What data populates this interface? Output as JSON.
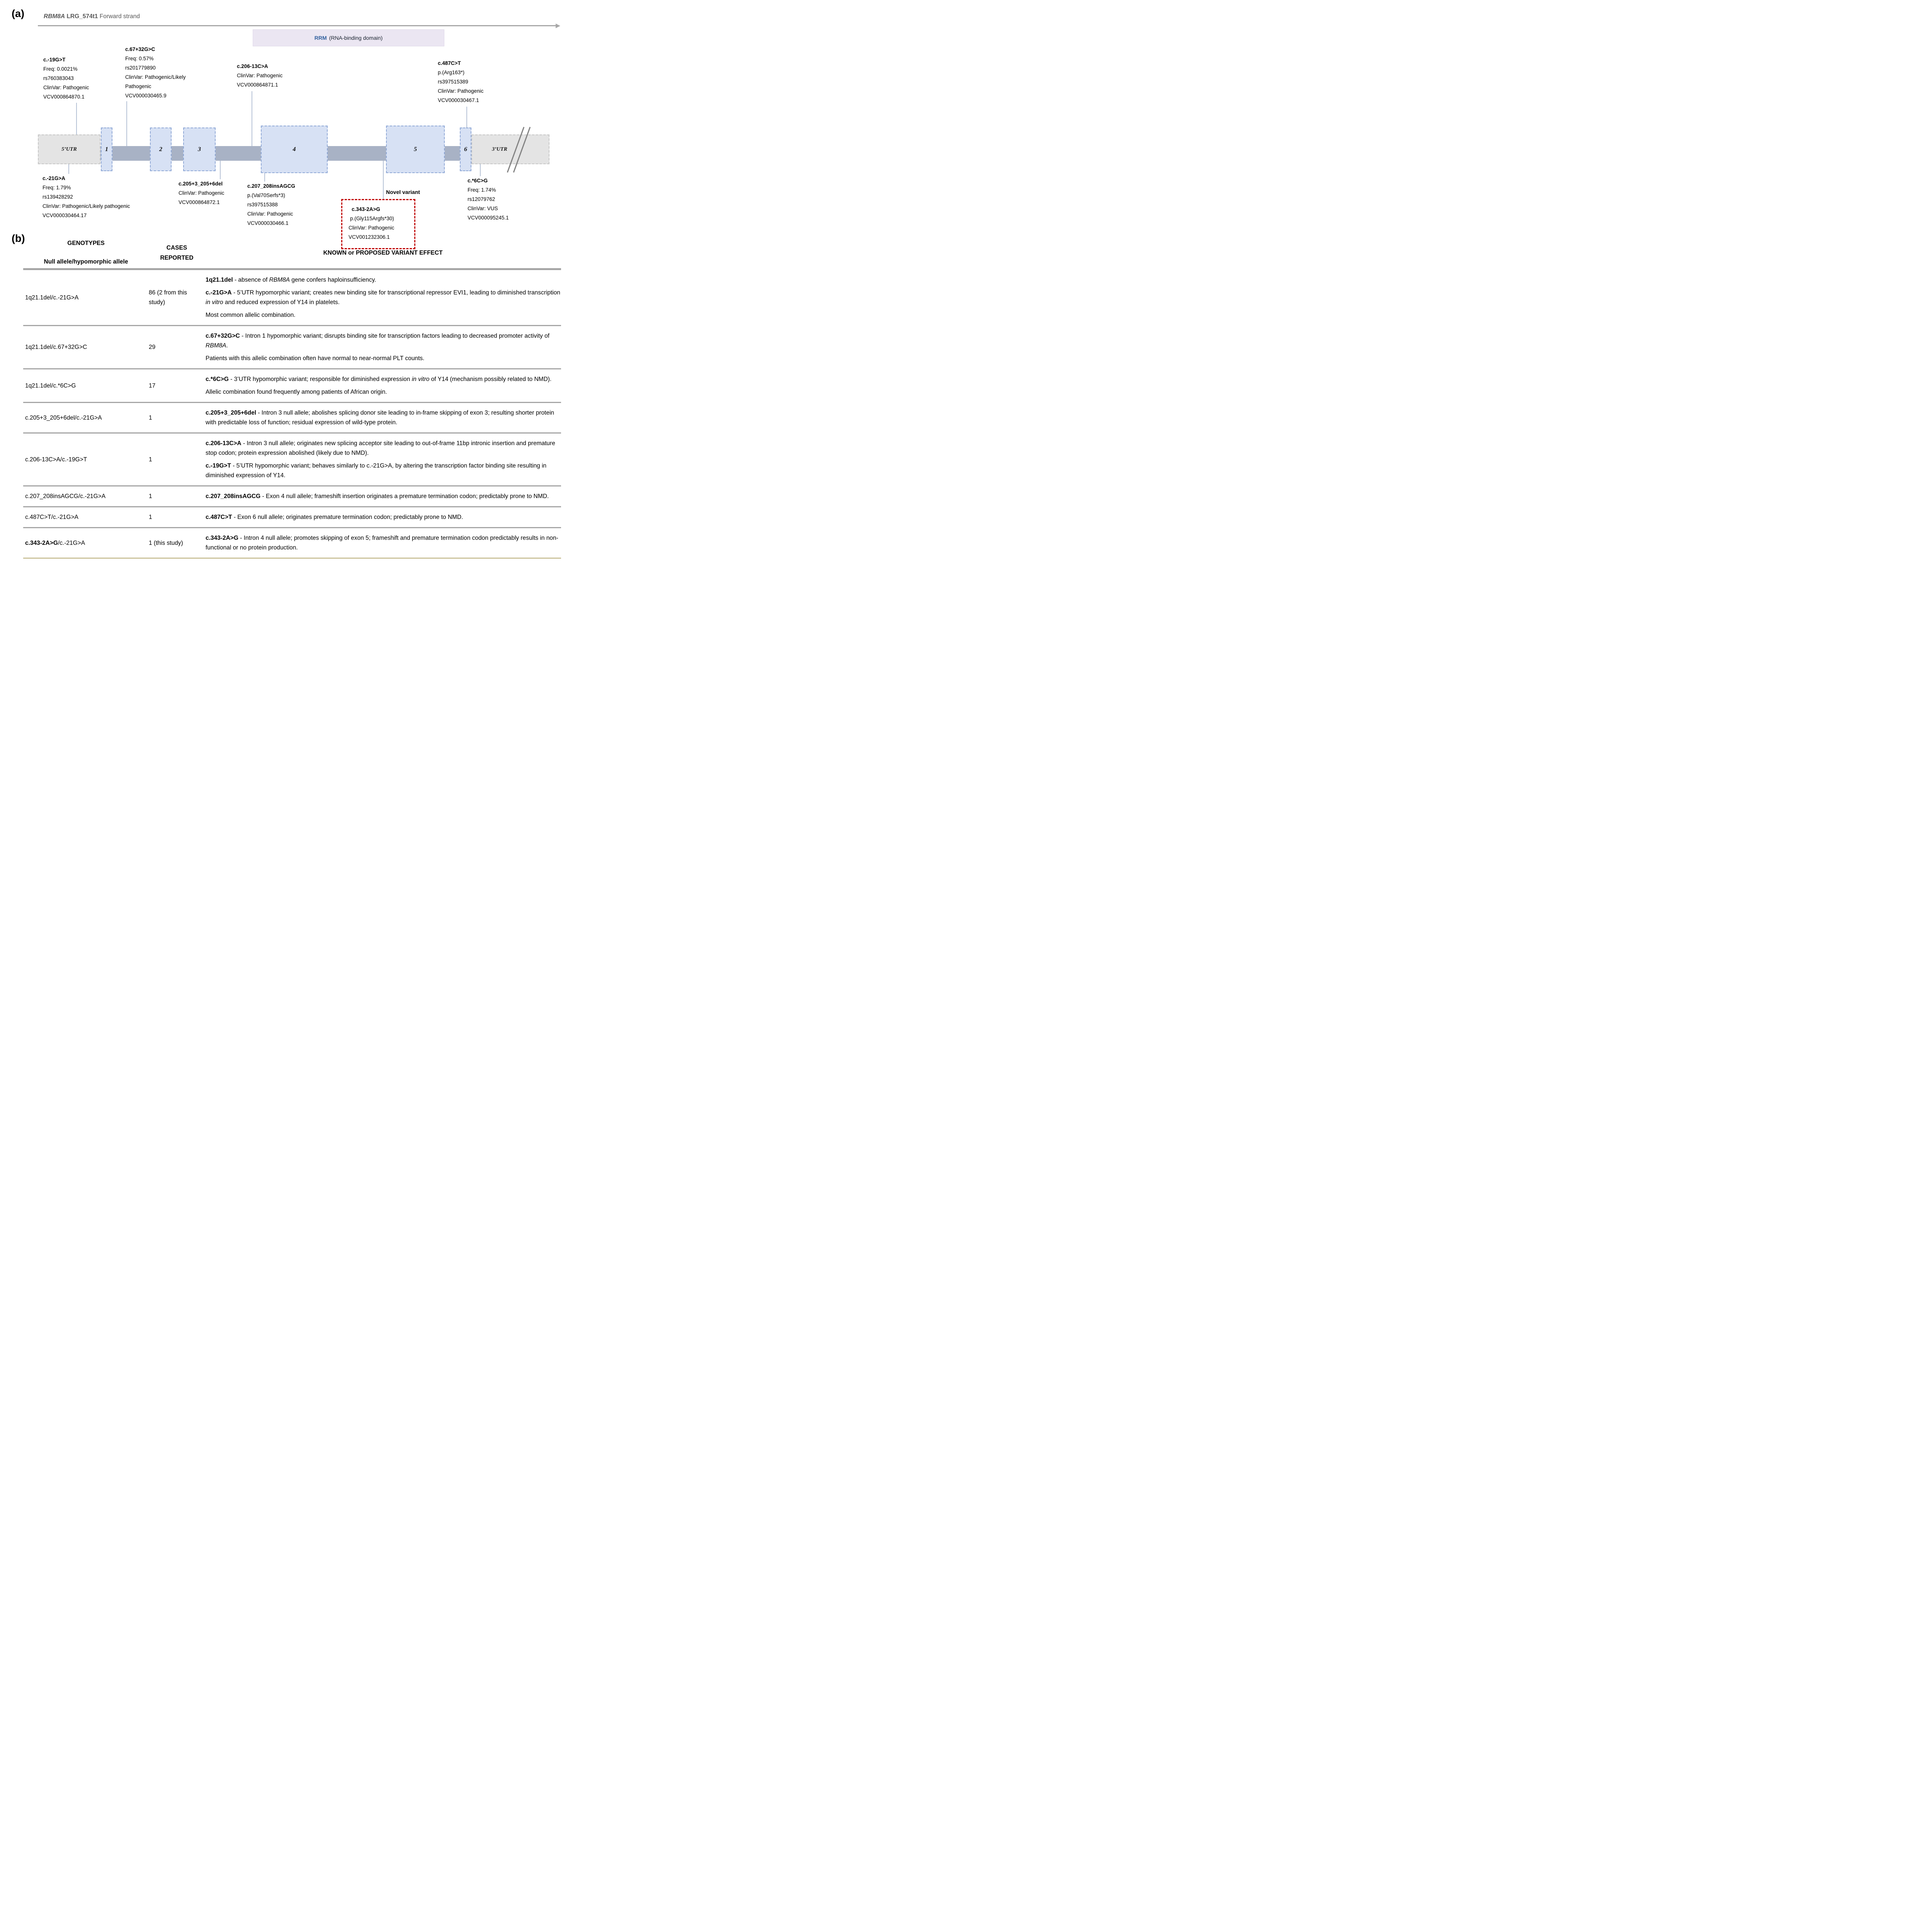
{
  "colors": {
    "rrm_banner_fill": "#ebe6f2",
    "rrm_text_blue": "#31609e",
    "exon_fill": "#d7e1f4",
    "exon_border": "#8fa8d6",
    "intron_bar": "#a8b2c5",
    "utr_fill": "#e4e4e4",
    "novel_box_red": "#c00000",
    "row_separator_gray": "#a6a6a6",
    "table_bottom_tan": "#cbc29b",
    "title_gray": "#595959"
  },
  "panel_a": {
    "label": "(a)",
    "title": {
      "gene": "RBM8A",
      "transcript": "LRG_574t1",
      "strand": "Forward strand"
    },
    "domain_banner": {
      "abbr": "RRM",
      "desc": "(RNA-binding domain)"
    },
    "track": {
      "utr5": "5’UTR",
      "utr3": "3’UTR",
      "exons": [
        "1",
        "2",
        "3",
        "4",
        "5",
        "6"
      ]
    },
    "variants_above": [
      {
        "name": "c.-19G>T",
        "lines": [
          "Freq: 0.0021%",
          "rs760383043",
          "ClinVar: Pathogenic",
          "VCV000864870.1"
        ]
      },
      {
        "name": "c.67+32G>C",
        "lines": [
          "Freq: 0.57%",
          "rs201779890",
          "ClinVar: Pathogenic/Likely",
          "Pathogenic",
          "VCV000030465.9"
        ]
      },
      {
        "name": "c.206-13C>A",
        "lines": [
          "ClinVar: Pathogenic",
          "VCV000864871.1"
        ]
      },
      {
        "name": "c.487C>T",
        "lines": [
          "p.(Arg163*)",
          "rs397515389",
          "ClinVar: Pathogenic",
          "VCV000030467.1"
        ]
      }
    ],
    "variants_below": [
      {
        "name": "c.-21G>A",
        "lines": [
          "Freq: 1.79%",
          "rs139428292",
          "ClinVar: Pathogenic/Likely pathogenic",
          "VCV000030464.17"
        ]
      },
      {
        "name": "c.205+3_205+6del",
        "lines": [
          "ClinVar: Pathogenic",
          "VCV000864872.1"
        ]
      },
      {
        "name": "c.207_208insAGCG",
        "lines": [
          "p.(Val70Serfs*3)",
          "rs397515388",
          "ClinVar: Pathogenic",
          "VCV000030466.1"
        ]
      },
      {
        "name": "c.*6C>G",
        "lines": [
          "Freq: 1.74%",
          "rs12079762",
          "ClinVar: VUS",
          "VCV000095245.1"
        ]
      }
    ],
    "novel": {
      "label": "Novel variant",
      "name": "c.343-2A>G",
      "lines": [
        "p.(Gly115Argfs*30)",
        "ClinVar: Pathogenic",
        "VCV001232306.1"
      ]
    }
  },
  "panel_b": {
    "label": "(b)",
    "headers": {
      "col1_line1": "GENOTYPES",
      "col1_line2": "Null allele/hypomorphic allele",
      "col2_line1": "CASES",
      "col2_line2": "REPORTED",
      "col3": "KNOWN or PROPOSED VARIANT EFFECT"
    },
    "rows": [
      {
        "genotype": [
          {
            "t": "1q21.1del/c.-21G>A"
          }
        ],
        "cases": "86 (2 from this study)",
        "effect": [
          [
            {
              "t": "1q21.1del",
              "b": true
            },
            {
              "t": " - absence of "
            },
            {
              "t": "RBM8A",
              "i": true
            },
            {
              "t": " gene confers haploinsufficiency."
            }
          ],
          [
            {
              "t": "c.-21G>A",
              "b": true
            },
            {
              "t": " - 5’UTR hypomorphic variant; creates new binding site for transcriptional repressor EVI1, leading to diminished transcription "
            },
            {
              "t": "in vitro",
              "i": true
            },
            {
              "t": " and reduced expression of Y14 in platelets."
            }
          ],
          [
            {
              "t": "Most common allelic combination."
            }
          ]
        ]
      },
      {
        "genotype": [
          {
            "t": "1q21.1del/c.67+32G>C"
          }
        ],
        "cases": "29",
        "effect": [
          [
            {
              "t": "c.67+32G>C",
              "b": true
            },
            {
              "t": " - Intron 1 hypomorphic variant; disrupts binding site for transcription factors leading to decreased promoter activity of "
            },
            {
              "t": "RBM8A",
              "i": true
            },
            {
              "t": "."
            }
          ],
          [
            {
              "t": "Patients with this allelic combination often have normal to near-normal PLT counts."
            }
          ]
        ]
      },
      {
        "genotype": [
          {
            "t": "1q21.1del/c.*6C>G"
          }
        ],
        "cases": "17",
        "effect": [
          [
            {
              "t": "c.*6C>G",
              "b": true
            },
            {
              "t": " - 3’UTR hypomorphic variant; responsible for diminished expression "
            },
            {
              "t": "in vitro",
              "i": true
            },
            {
              "t": " of Y14 (mechanism possibly related to NMD)."
            }
          ],
          [
            {
              "t": "Allelic combination found frequently among patients of African origin."
            }
          ]
        ]
      },
      {
        "genotype": [
          {
            "t": "c.205+3_205+6del/c.-21G>A"
          }
        ],
        "cases": "1",
        "effect": [
          [
            {
              "t": "c.205+3_205+6del",
              "b": true
            },
            {
              "t": " - Intron 3 null allele; abolishes splicing donor site leading to in-frame skipping of exon 3; resulting shorter protein with predictable loss of function; residual expression of wild-type protein."
            }
          ]
        ]
      },
      {
        "genotype": [
          {
            "t": "c.206-13C>A/c.-19G>T"
          }
        ],
        "cases": "1",
        "effect": [
          [
            {
              "t": "c.206-13C>A",
              "b": true
            },
            {
              "t": " - Intron 3 null allele; originates new splicing acceptor site leading to out-of-frame 11bp intronic insertion and premature stop codon; protein expression abolished (likely due to NMD)."
            }
          ],
          [
            {
              "t": "c.-19G>T",
              "b": true
            },
            {
              "t": " - 5’UTR hypomorphic variant; behaves similarly to c.-21G>A, by altering the transcription factor binding site resulting in diminished expression of Y14."
            }
          ]
        ]
      },
      {
        "genotype": [
          {
            "t": "c.207_208insAGCG/c.-21G>A"
          }
        ],
        "cases": "1",
        "effect": [
          [
            {
              "t": "c.207_208insAGCG",
              "b": true
            },
            {
              "t": " - Exon 4 null allele; frameshift insertion originates a premature termination codon; predictably prone to NMD."
            }
          ]
        ]
      },
      {
        "genotype": [
          {
            "t": "c.487C>T/c.-21G>A"
          }
        ],
        "cases": "1",
        "effect": [
          [
            {
              "t": "c.487C>T",
              "b": true
            },
            {
              "t": " - Exon 6 null allele; originates premature termination codon; predictably prone to NMD."
            }
          ]
        ]
      },
      {
        "genotype": [
          {
            "t": "c.343-2A>G",
            "b": true
          },
          {
            "t": " /c.-21G>A"
          }
        ],
        "cases": "1 (this study)",
        "effect": [
          [
            {
              "t": "c.343-2A>G",
              "b": true
            },
            {
              "t": " - Intron 4 null allele; promotes skipping of exon 5; frameshift and premature termination codon predictably results in non-functional or no protein production."
            }
          ]
        ]
      }
    ]
  }
}
